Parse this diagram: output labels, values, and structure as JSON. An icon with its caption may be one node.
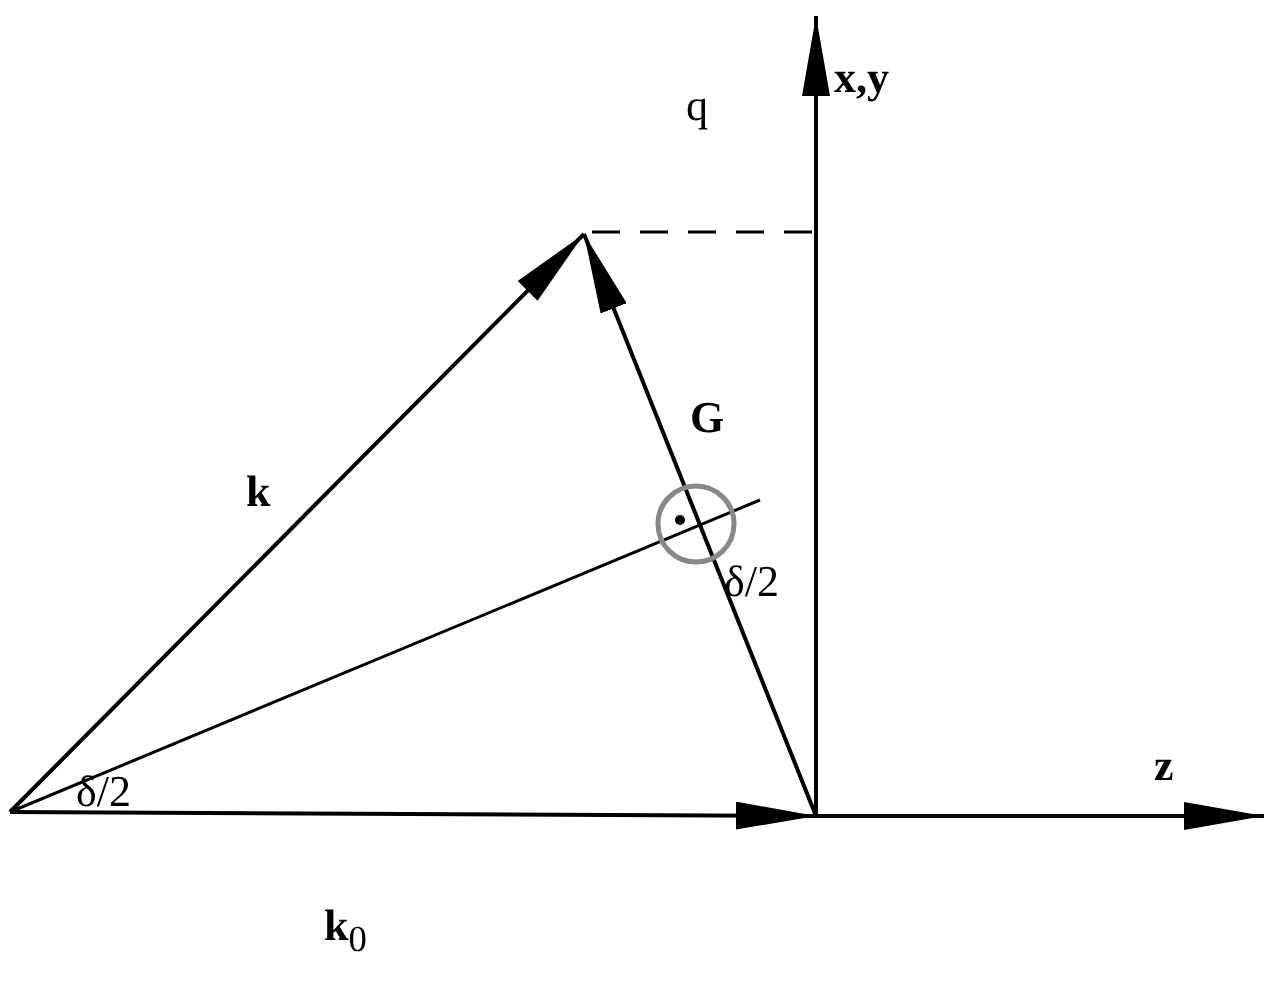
{
  "diagram": {
    "labels": [
      "x,y",
      "q",
      "k",
      "G",
      "δ/2",
      "z",
      "δ/2",
      "**k**$_{0}$"
    ]
  }
}
